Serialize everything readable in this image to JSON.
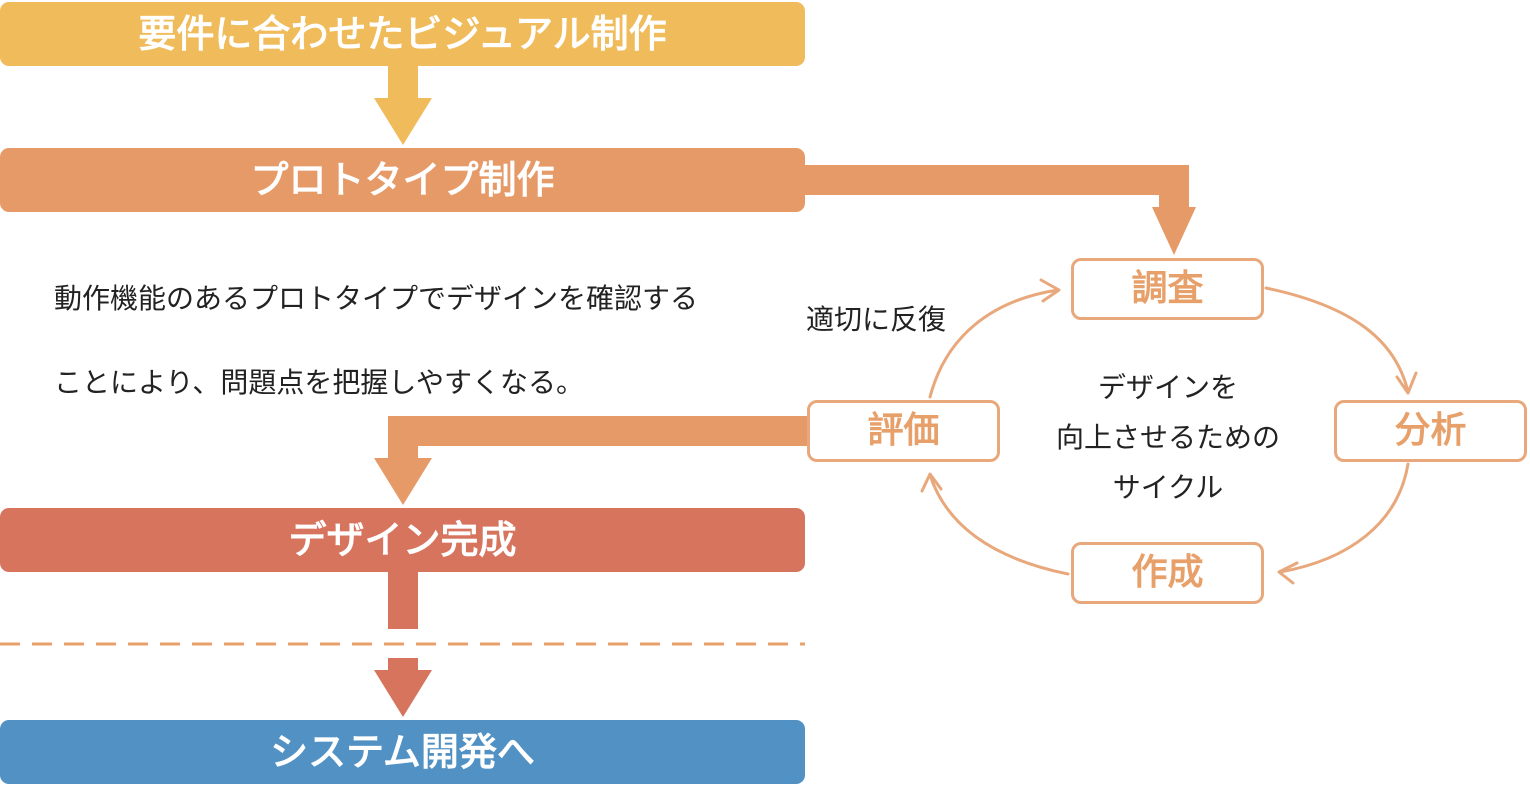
{
  "flow": {
    "steps": [
      "要件に合わせたビジュアル制作",
      "プロトタイプ制作",
      "デザイン完成",
      "システム開発へ"
    ],
    "colors": {
      "step1": "#f0bb5b",
      "step2": "#e59a68",
      "step3": "#d7745e",
      "step4": "#5291c3",
      "dashed_line": "#e8a06a"
    }
  },
  "description": {
    "line1": "動作機能のあるプロトタイプでデザインを確認する",
    "line2": "ことにより、問題点を把握しやすくなる。"
  },
  "cycle": {
    "steps": [
      "調査",
      "分析",
      "作成",
      "評価"
    ],
    "repeat_label": "適切に反復",
    "center_lines": [
      "デザインを",
      "向上させるための",
      "サイクル"
    ],
    "color": "#e8a87c"
  }
}
